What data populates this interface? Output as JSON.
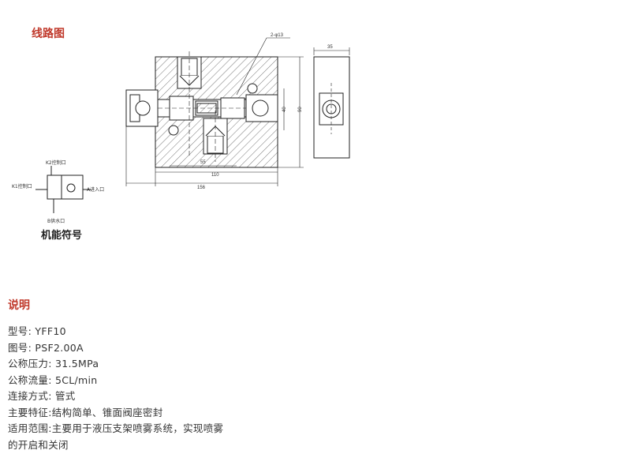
{
  "sections": {
    "circuit_title": "线路图",
    "description_title": "说明"
  },
  "drawing": {
    "callout": "2-φ13",
    "dims": {
      "width_right": "35",
      "height_right": "90",
      "height_inner": "40",
      "port_spacing": "55",
      "body_length": "110",
      "total_length": "156"
    }
  },
  "symbol": {
    "caption": "机能符号",
    "k2": "K2控制口",
    "k1": "K1控制口",
    "a_port": "A进入口",
    "b_port": "B供水口"
  },
  "specs": [
    {
      "label": "型号:",
      "value": "YFF10"
    },
    {
      "label": "图号:",
      "value": "PSF2.00A"
    },
    {
      "label": "公称压力:",
      "value": "31.5MPa"
    },
    {
      "label": "公称流量:",
      "value": "5CL/min"
    },
    {
      "label": "连接方式:",
      "value": "管式"
    },
    {
      "label": "主要特征:",
      "value": "结构简单、锥面阀座密封"
    },
    {
      "label": "适用范围:",
      "value": "主要用于液压支架喷雾系统，实现喷雾"
    },
    {
      "label": "",
      "value": "的开启和关闭"
    }
  ]
}
